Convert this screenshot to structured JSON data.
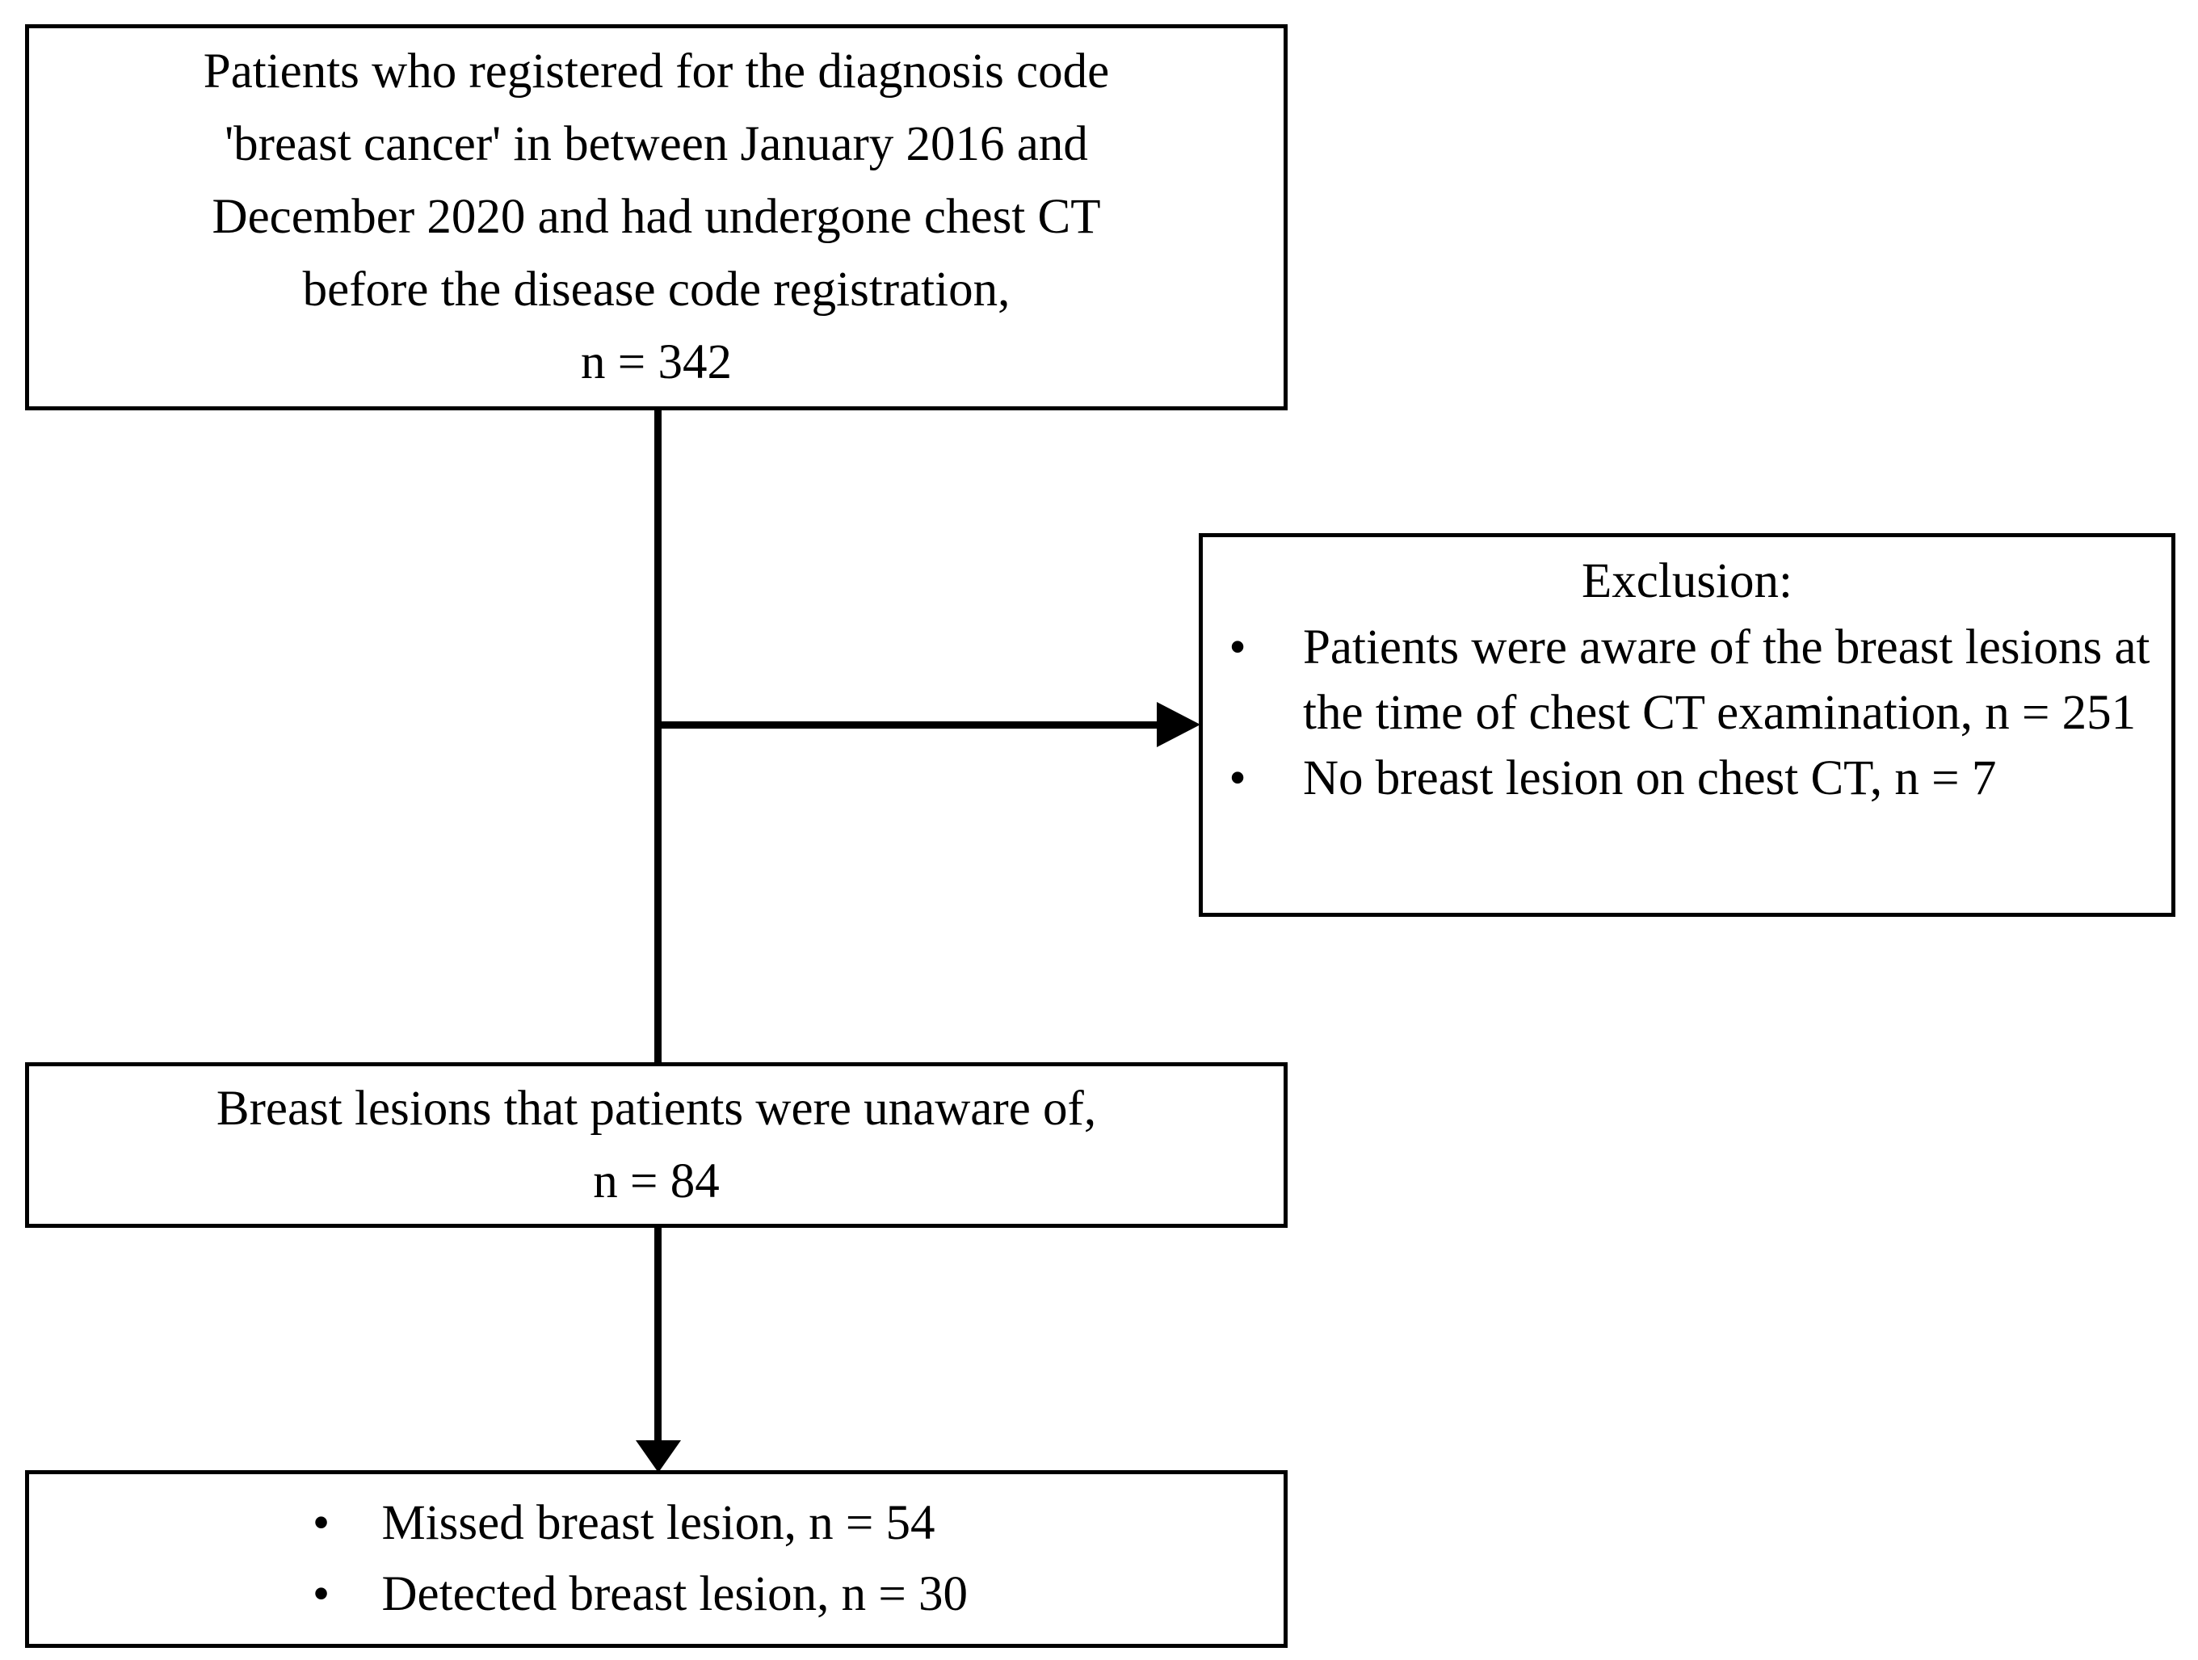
{
  "diagram": {
    "type": "flowchart",
    "orientation": "top-to-bottom",
    "nodes": {
      "cohort": {
        "text": "Patients who registered for the diagnosis code\n'breast cancer' in between January 2016 and\nDecember 2020 and had undergone chest CT\nbefore the disease code registration,\nn = 342",
        "count_label": "n = 342",
        "count": 342
      },
      "exclusion": {
        "title": "Exclusion:",
        "bullet_glyph": "•",
        "items": [
          {
            "text": "Patients were aware of the breast lesions at the time of chest CT examination, n = 251",
            "count": 251
          },
          {
            "text": "No breast lesion on chest CT, n = 7",
            "count": 7
          }
        ]
      },
      "unaware": {
        "text": "Breast lesions that patients were unaware of,\nn = 84",
        "count_label": "n = 84",
        "count": 84
      },
      "outcomes": {
        "bullet_glyph": "•",
        "items": [
          {
            "text": "Missed breast lesion, n = 54",
            "count": 54
          },
          {
            "text": "Detected breast lesion, n = 30",
            "count": 30
          }
        ]
      }
    },
    "edges": [
      {
        "name": "cohort-to-exclusion",
        "from": "cohort",
        "to": "exclusion",
        "direction": "right",
        "arrow": true
      },
      {
        "name": "cohort-to-unaware",
        "from": "cohort",
        "to": "unaware",
        "direction": "down",
        "arrow": false
      },
      {
        "name": "unaware-to-outcomes",
        "from": "unaware",
        "to": "outcomes",
        "direction": "down",
        "arrow": true
      }
    ],
    "colors": {
      "stroke": "#000000",
      "fill": "#ffffff",
      "text": "#000000"
    }
  }
}
